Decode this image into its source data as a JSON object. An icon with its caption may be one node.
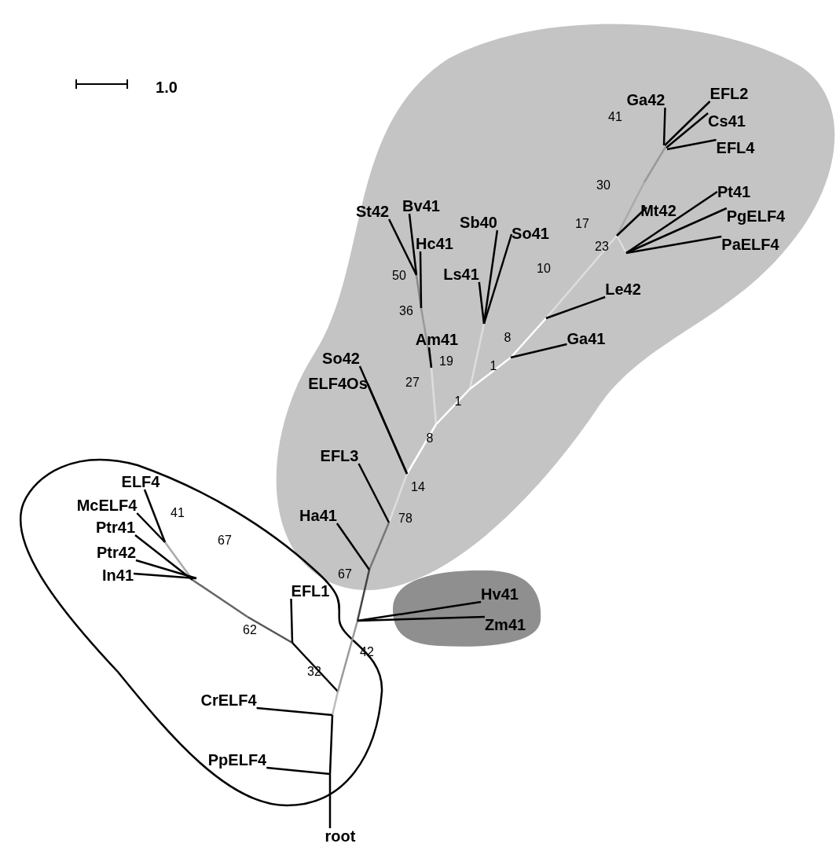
{
  "diagram": {
    "nodes": [
      {
        "text": [],
        "shape": "cloud"
      },
      {
        "text": [
          "Ga42"
        ],
        "in": 0
      },
      {
        "text": [
          "EFL2"
        ],
        "in": 0
      },
      {
        "text": [
          "Cs41"
        ],
        "in": 0
      },
      {
        "text": [
          "EFL4"
        ],
        "in": 0
      },
      {
        "text": [
          "Mt42"
        ],
        "in": 0
      },
      {
        "text": [
          "Pt41"
        ],
        "in": 0
      },
      {
        "text": [
          "PgELF4"
        ],
        "in": 0
      },
      {
        "text": [
          "PaELF4"
        ],
        "in": 0
      },
      {
        "text": [
          "St42"
        ],
        "in": 0
      },
      {
        "text": [
          "Bv41"
        ],
        "in": 0
      },
      {
        "text": [
          "Hc41"
        ],
        "in": 0
      },
      {
        "text": [
          "Sb40"
        ],
        "in": 0
      },
      {
        "text": [
          "So41"
        ],
        "in": 0
      },
      {
        "text": [
          "Ls41"
        ],
        "in": 0
      },
      {
        "text": [
          "Am41"
        ],
        "in": 0
      },
      {
        "text": [
          "Le42"
        ],
        "in": 0
      },
      {
        "text": [
          "Ga41"
        ],
        "in": 0
      },
      {
        "text": [
          "So42"
        ],
        "in": 0
      },
      {
        "text": [
          "ELF4Os"
        ],
        "in": 0
      },
      {
        "text": [
          "EFL3"
        ],
        "in": 0
      },
      {
        "text": [
          "Ha41"
        ],
        "in": 0
      },
      {
        "text": [],
        "shape": "cloud"
      },
      {
        "text": [
          "Hv41"
        ],
        "in": 22
      },
      {
        "text": [
          "Zm41"
        ],
        "in": 22
      },
      {
        "text": [],
        "shape": "cloud"
      },
      {
        "text": [
          "ELF4"
        ],
        "in": 25
      },
      {
        "text": [
          "McELF4"
        ],
        "in": 25
      },
      {
        "text": [
          "Ptr41"
        ],
        "in": 25
      },
      {
        "text": [
          "Ptr42"
        ],
        "in": 25
      },
      {
        "text": [
          "In41"
        ],
        "in": 25
      },
      {
        "text": [
          "EFL1"
        ],
        "in": 25
      },
      {
        "text": [
          "CrELF4"
        ],
        "in": 25
      },
      {
        "text": [
          "PpELF4"
        ],
        "in": 25
      },
      {
        "text": [
          "root"
        ]
      }
    ],
    "edges": [
      {
        "from": null,
        "to": 1,
        "arrow": "none"
      },
      {
        "from": null,
        "to": 2,
        "arrow": "none"
      },
      {
        "from": null,
        "to": 3,
        "arrow": "none"
      },
      {
        "from": null,
        "to": 4,
        "arrow": "none"
      },
      {
        "from": null,
        "to": 5,
        "arrow": "none"
      },
      {
        "from": null,
        "to": 6,
        "arrow": "none"
      },
      {
        "from": null,
        "to": 7,
        "arrow": "none"
      },
      {
        "from": null,
        "to": 8,
        "arrow": "none"
      },
      {
        "from": null,
        "to": 9,
        "arrow": "none"
      },
      {
        "from": null,
        "to": 10,
        "arrow": "none"
      },
      {
        "from": null,
        "to": 11,
        "arrow": "none"
      },
      {
        "from": null,
        "to": 12,
        "arrow": "none"
      },
      {
        "from": null,
        "to": 13,
        "arrow": "none"
      },
      {
        "from": null,
        "to": 14,
        "arrow": "none"
      },
      {
        "from": null,
        "to": 15,
        "arrow": "none"
      },
      {
        "from": null,
        "to": 16,
        "arrow": "none"
      },
      {
        "from": null,
        "to": 17,
        "arrow": "none"
      },
      {
        "from": null,
        "to": 18,
        "arrow": "none"
      },
      {
        "from": null,
        "to": 19,
        "arrow": "none"
      },
      {
        "from": null,
        "to": 20,
        "arrow": "none"
      },
      {
        "from": null,
        "to": 21,
        "arrow": "none"
      },
      {
        "from": null,
        "to": 23,
        "arrow": "none"
      },
      {
        "from": null,
        "to": 24,
        "arrow": "none"
      },
      {
        "from": null,
        "to": 26,
        "arrow": "none"
      },
      {
        "from": null,
        "to": 27,
        "arrow": "none"
      },
      {
        "from": null,
        "to": 28,
        "arrow": "none"
      },
      {
        "from": null,
        "to": 29,
        "arrow": "none"
      },
      {
        "from": null,
        "to": 30,
        "arrow": "none"
      },
      {
        "from": null,
        "to": 31,
        "arrow": "none"
      },
      {
        "from": null,
        "to": 32,
        "arrow": "none"
      },
      {
        "from": null,
        "to": 33,
        "arrow": "none"
      },
      {
        "from": null,
        "to": 34,
        "arrow": "none"
      }
    ],
    "labels": [
      "1.0",
      "41",
      "30",
      "17",
      "23",
      "10",
      "50",
      "36",
      "8",
      "19",
      "1",
      "27",
      "1",
      "8",
      "14",
      "78",
      "41",
      "67",
      "67",
      "62",
      "42",
      "32"
    ]
  }
}
